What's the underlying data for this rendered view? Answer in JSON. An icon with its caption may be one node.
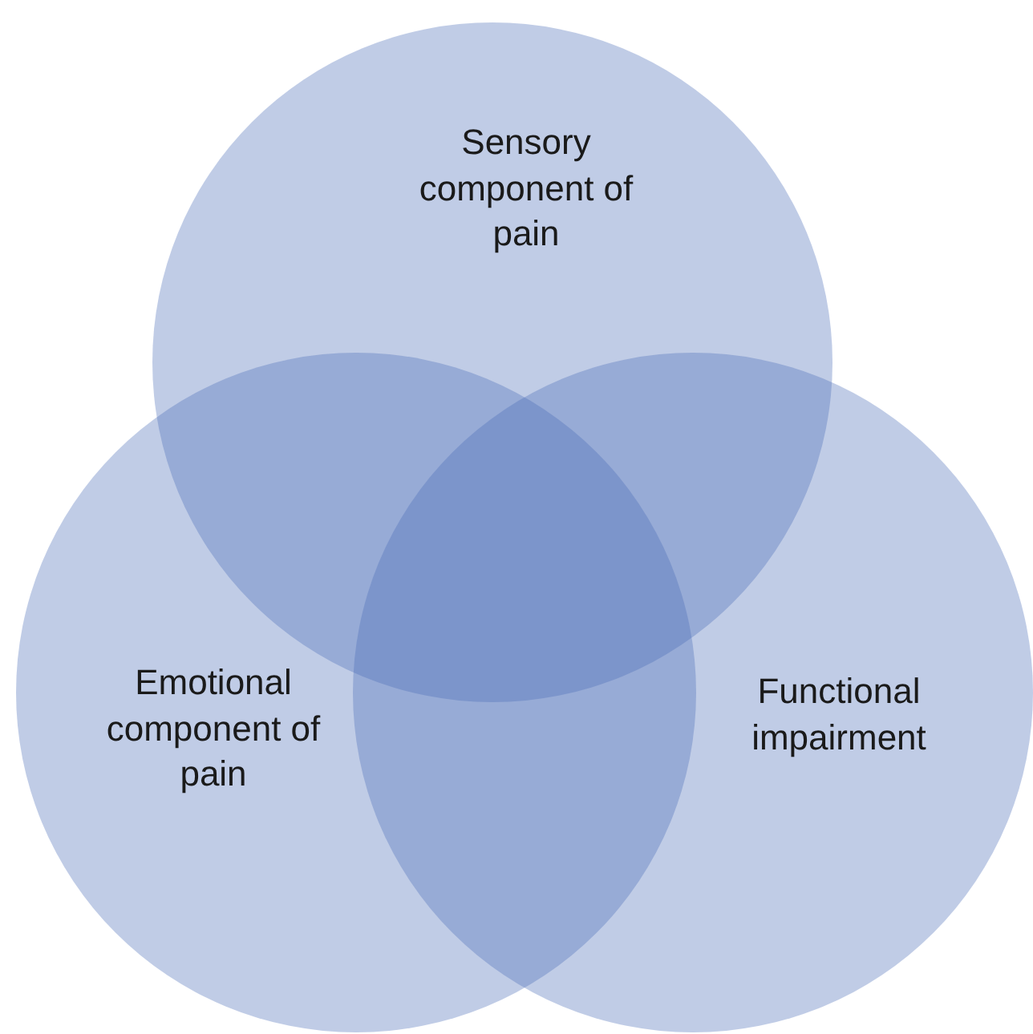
{
  "diagram": {
    "nodes": [
      {
        "text": [
          "Sensory component of pain"
        ]
      },
      {
        "text": [
          "Emotional component of pain"
        ]
      },
      {
        "text": [
          "Functional impairment"
        ]
      }
    ]
  }
}
